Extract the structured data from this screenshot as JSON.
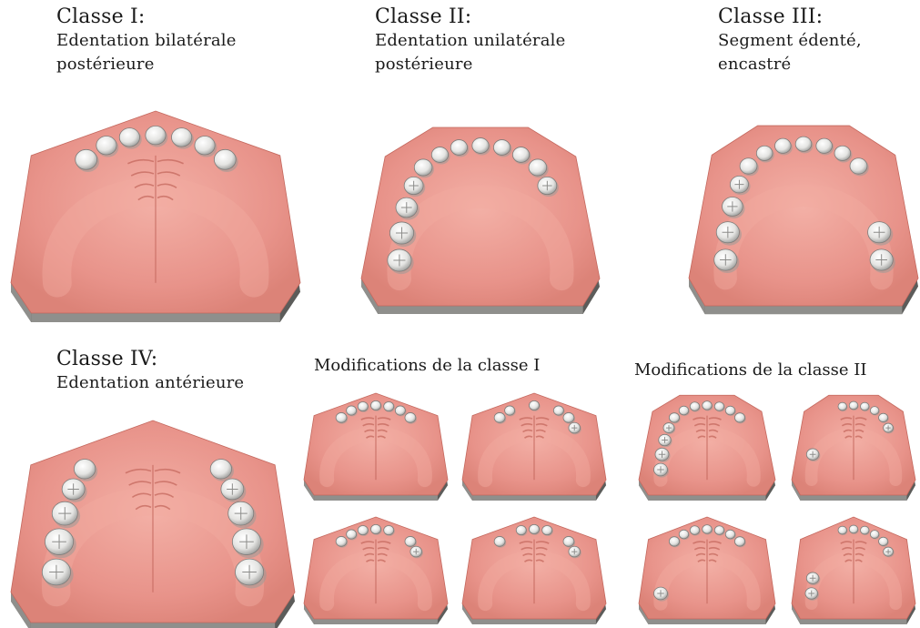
{
  "classes": [
    {
      "title": "Classe I:",
      "desc": [
        "Edentation bilatérale",
        "postérieure"
      ]
    },
    {
      "title": "Classe II:",
      "desc": [
        "Edentation unilatérale",
        "postérieure"
      ]
    },
    {
      "title": "Classe III:",
      "desc": [
        "Segment édenté,",
        "encastré"
      ]
    },
    {
      "title": "Classe IV:",
      "desc": [
        "Edentation antérieure"
      ]
    }
  ],
  "modifications": [
    {
      "title": "Modifications de la classe I"
    },
    {
      "title": "Modifications de la classe II"
    }
  ],
  "colors": {
    "gum": "#e8938a",
    "gum_light": "#f1aaa0",
    "gum_dark": "#c4685e",
    "base": "#8f8f8c",
    "base_dark": "#5c5c5a",
    "tooth": "#f2f2f0",
    "tooth_shade": "#9a9a98"
  }
}
